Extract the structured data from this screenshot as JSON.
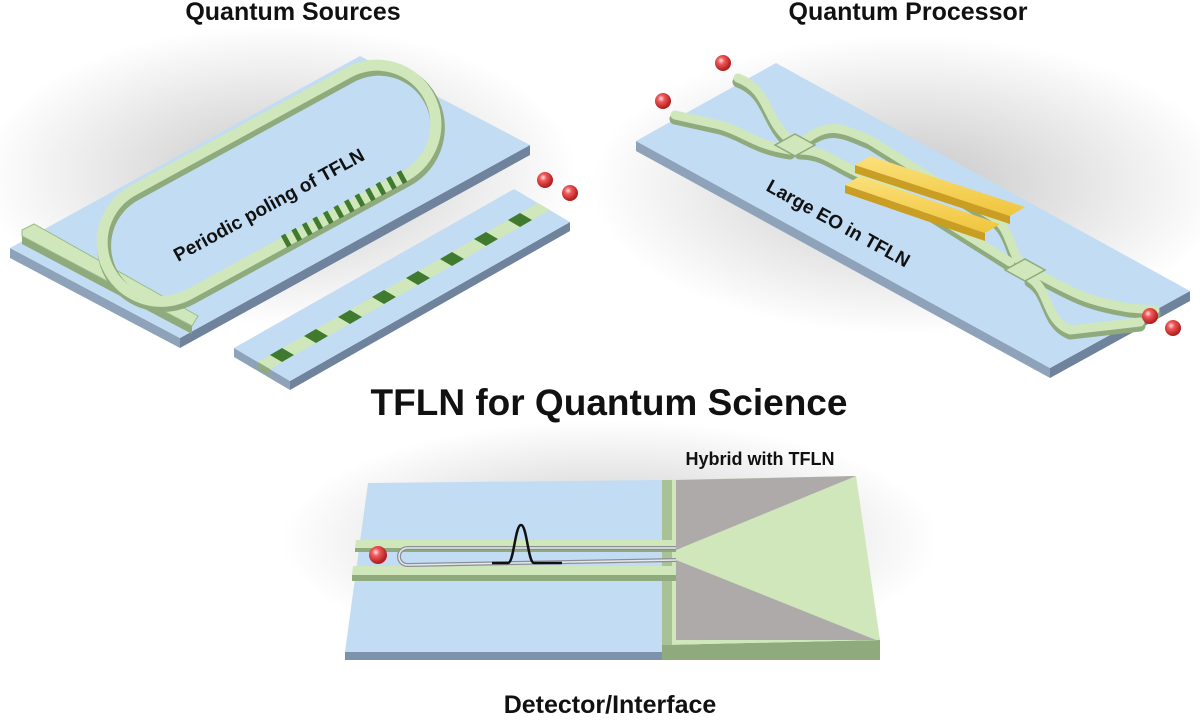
{
  "labels": {
    "sources_title": "Quantum Sources",
    "processor_title": "Quantum Processor",
    "center_title": "TFLN for Quantum Science",
    "poling": "Periodic poling of TFLN",
    "eo": "Large EO in TFLN",
    "hybrid": "Hybrid with TFLN",
    "detector": "Detector/Interface"
  },
  "colors": {
    "substrate_top": "#c2dcf4",
    "substrate_side": "#7d93ad",
    "waveguide": "#cfe7bb",
    "waveguide_side": "#8faa7c",
    "poling_dark": "#3f7a2e",
    "electrode": "#f3cd4e",
    "electrode_side": "#c99e22",
    "photon": "#e23b3b",
    "metal_gray": "#aeaaa9"
  }
}
